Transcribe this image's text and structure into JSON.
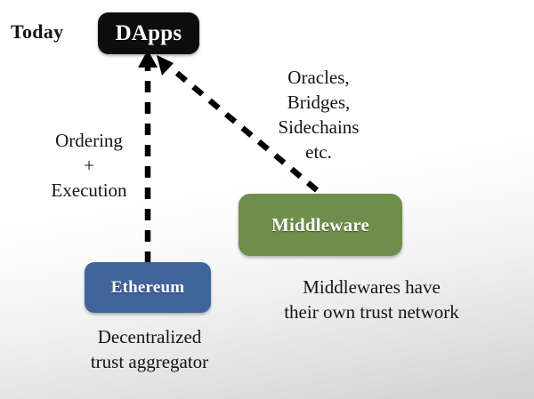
{
  "slide": {
    "background_top_color": "#ffffff",
    "background_bottom_color": "#d2d2d2",
    "era_label": "Today"
  },
  "nodes": [
    {
      "id": "dapps",
      "label": "DApps",
      "color": "#0d0d0d",
      "text_color": "#ffffff"
    },
    {
      "id": "middleware",
      "label": "Middleware",
      "color": "#6e8e4b",
      "text_color": "#ffffff"
    },
    {
      "id": "ethereum",
      "label": "Ethereum",
      "color": "#40639c",
      "text_color": "#ffffff"
    }
  ],
  "connectors": [
    {
      "id": "ethereum-to-dapps",
      "from": "ethereum",
      "to": "dapps",
      "style": "dashed",
      "arrow": "to-target",
      "color": "#000000",
      "label": "Ordering\n+\nExecution"
    },
    {
      "id": "middleware-to-dapps",
      "from": "middleware",
      "to": "dapps",
      "style": "dashed",
      "arrow": "to-target",
      "color": "#000000",
      "label": "Oracles,\nBridges,\nSidechains\netc."
    }
  ],
  "captions": {
    "ordering_execution": "Ordering\n+\nExecution",
    "oracles_bridges": "Oracles,\nBridges,\nSidechains\netc.",
    "middlewares_trust": "Middlewares have\ntheir own trust network",
    "decentralized_trust": "Decentralized\ntrust aggregator"
  }
}
